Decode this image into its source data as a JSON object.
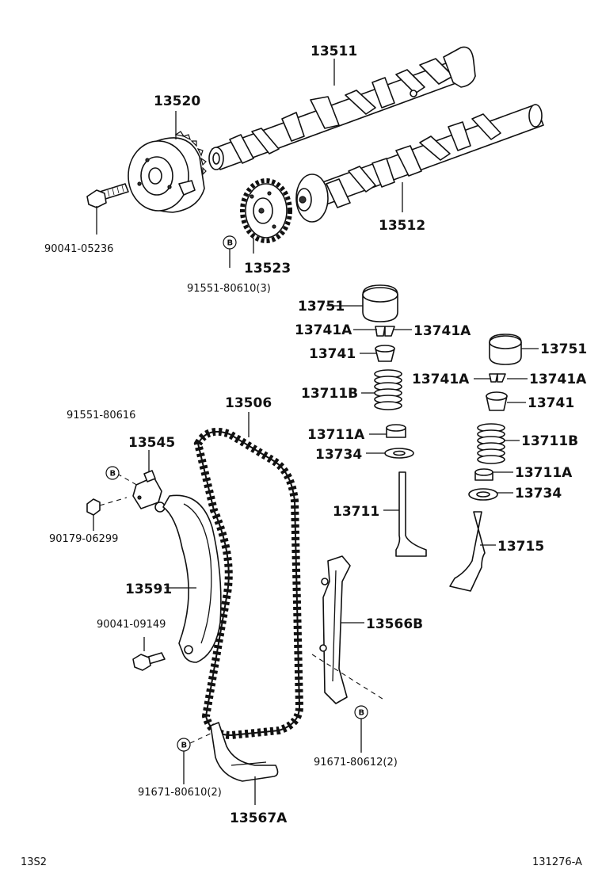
{
  "labels": {
    "p13511": "13511",
    "p13520": "13520",
    "p13512": "13512",
    "p90041_05236": "90041-05236",
    "p13523": "13523",
    "p91551_80610": "91551-80610(3)",
    "p13751_a": "13751",
    "p13741A_a1": "13741A",
    "p13741A_a2": "13741A",
    "p13741_a": "13741",
    "p13711B_a": "13711B",
    "p13711A_a": "13711A",
    "p13734_a": "13734",
    "p13711": "13711",
    "p13751_b": "13751",
    "p13741A_b1": "13741A",
    "p13741A_b2": "13741A",
    "p13741_b": "13741",
    "p13711B_b": "13711B",
    "p13711A_b": "13711A",
    "p13734_b": "13734",
    "p13715": "13715",
    "p13506": "13506",
    "p91551_80616": "91551-80616",
    "p13545": "13545",
    "p90179_06299": "90179-06299",
    "p13591": "13591",
    "p90041_09149": "90041-09149",
    "p13566B": "13566B",
    "p91671_80612": "91671-80612(2)",
    "p91671_80610": "91671-80610(2)",
    "p13567A": "13567A"
  },
  "markers": {
    "b": "B"
  },
  "footer": {
    "left": "13S2",
    "right": "131276-A"
  }
}
